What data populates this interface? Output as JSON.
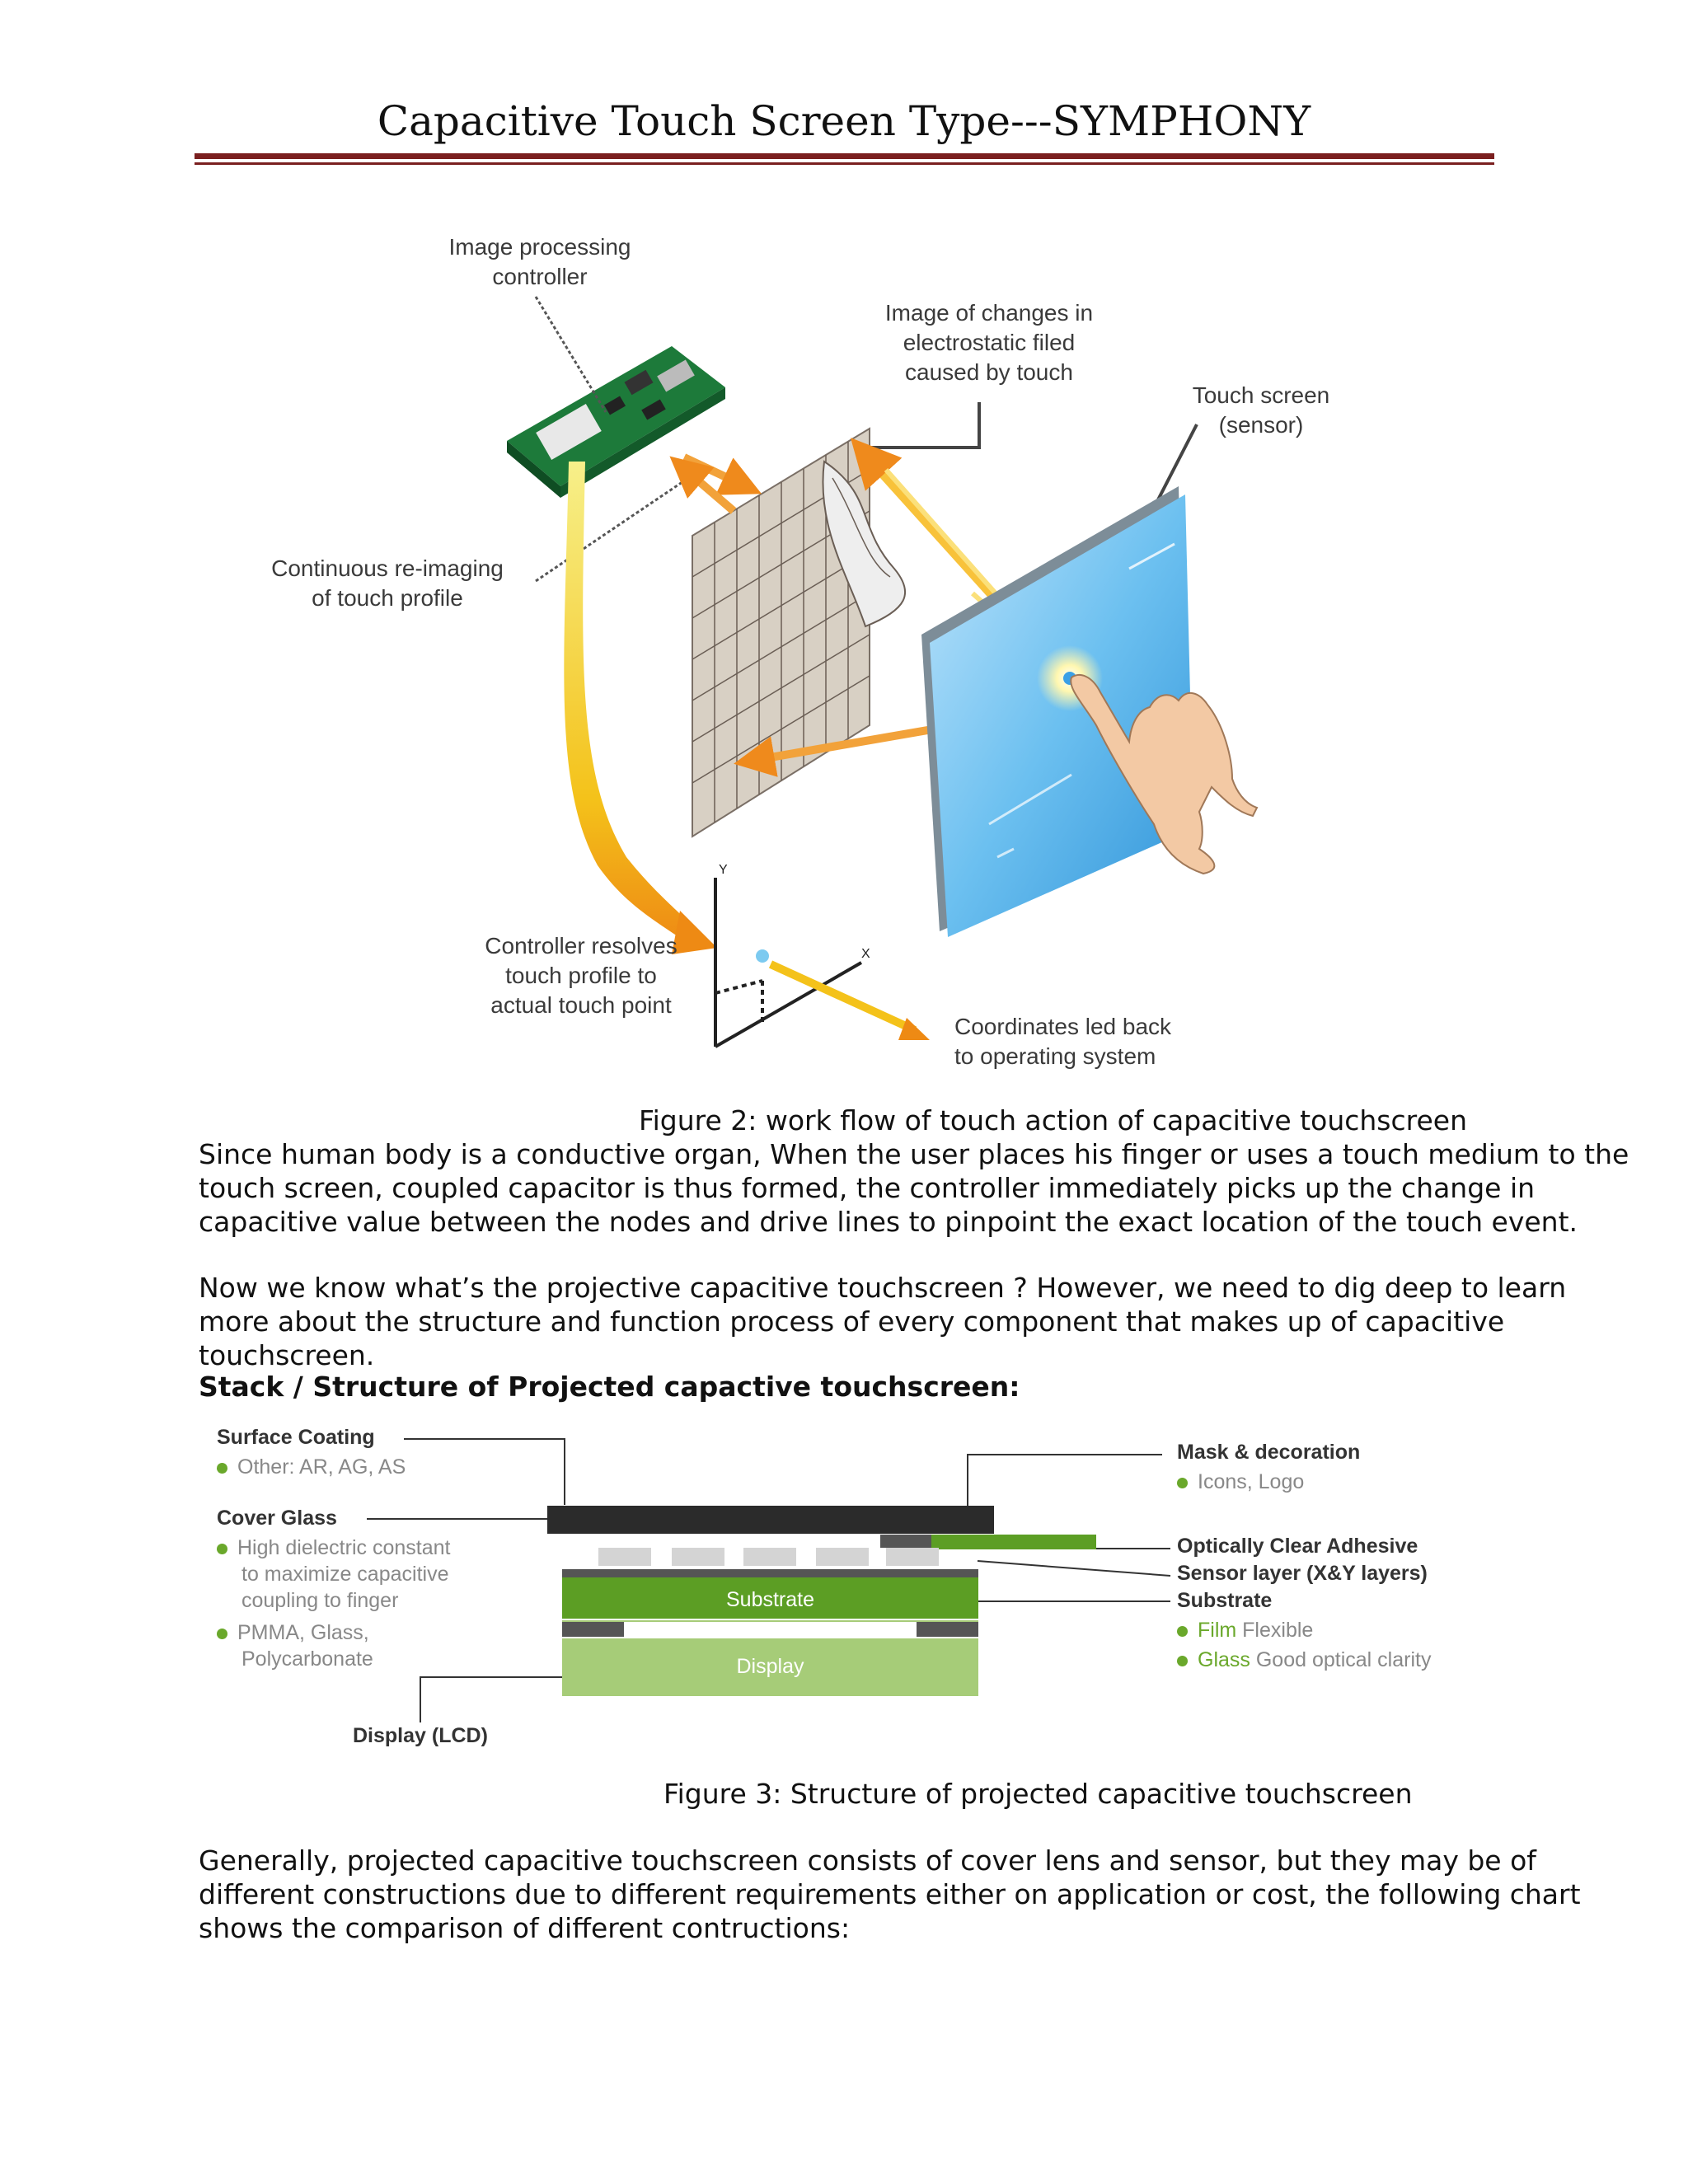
{
  "header": {
    "title": "Capacitive Touch Screen Type---SYMPHONY"
  },
  "figure2": {
    "labels": {
      "image_processing": "Image processing\ncontroller",
      "image_changes": "Image of changes in\nelectrostatic filed\ncaused by touch",
      "touch_screen": "Touch screen\n(sensor)",
      "reimaging": "Continuous re-imaging\nof touch profile",
      "controller_resolves": "Controller resolves\ntouch profile to\nactual touch point",
      "coordinates": "Coordinates led back\nto operating system",
      "axis_y": "Y",
      "axis_x": "X"
    },
    "caption": "Figure 2: work flow of touch action of capacitive touchscreen"
  },
  "paragraph1": [
    "Since human body is a conductive organ, When the user places his finger or uses a touch medium to the",
    "touch screen, coupled capacitor is thus formed, the controller immediately picks up the change in",
    "capacitive value between the nodes and drive lines to pinpoint the exact location of the touch event."
  ],
  "paragraph2": [
    "Now we know what’s the projective capacitive touchscreen ? However, we need to dig deep to learn",
    "more about the structure and function process of every component that makes up of capacitive",
    "touchscreen."
  ],
  "stack_heading": "Stack / Structure of Projected capactive touchscreen:",
  "figure3": {
    "left": {
      "surface_coating": "Surface Coating",
      "surface_other": "Other: AR, AG, AS",
      "cover_glass": "Cover Glass",
      "cover_b1": [
        "High dielectric constant",
        "to maximize capacitive",
        "coupling to finger"
      ],
      "cover_b2": [
        "PMMA, Glass,",
        "Polycarbonate"
      ],
      "display_lcd": "Display (LCD)"
    },
    "right": {
      "mask": "Mask & decoration",
      "mask_sub": "Icons, Logo",
      "oca": "Optically Clear Adhesive",
      "sensor": "Sensor layer (X&Y layers)",
      "substrate": "Substrate",
      "film_word": "Film",
      "film_desc": " Flexible",
      "glass_word": "Glass",
      "glass_desc": " Good optical clarity"
    },
    "inner": {
      "substrate": "Substrate",
      "display": "Display"
    },
    "caption": "Figure 3: Structure of projected capacitive touchscreen"
  },
  "paragraph3": [
    "Generally, projected capacitive touchscreen consists of cover lens and sensor, but they may be of",
    "different constructions due to different requirements either on application or cost, the following chart",
    "shows the comparison of different contructions:"
  ],
  "colors": {
    "rule": "#7a1f1f",
    "green": "#6aa82b",
    "light_green": "#a6cc78",
    "dark_layer": "#2b2b2b",
    "screen_blue": "#5fb8ee"
  }
}
